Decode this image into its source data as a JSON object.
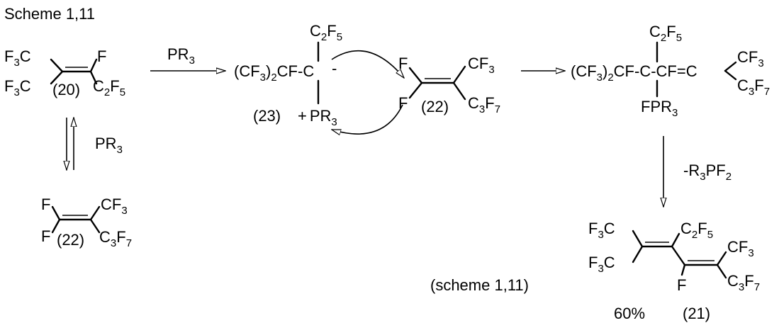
{
  "title": "Scheme 1,11",
  "reagents": {
    "pr3": "PR",
    "pr3_sub": "3",
    "elim": "-R",
    "elim_sub1": "3",
    "elim_mid": "PF",
    "elim_sub2": "2"
  },
  "compounds": {
    "c20": "(20)",
    "c22": "(22)",
    "c23": "(23)",
    "c21": "(21)"
  },
  "groups": {
    "F3C": "F",
    "F3C_sub": "3",
    "F3C_tail": "C",
    "F": "F",
    "C2F5_a": "C",
    "C2F5_s1": "2",
    "C2F5_b": "F",
    "C2F5_s2": "5",
    "CF3_a": "CF",
    "CF3_s": "3",
    "C3F7_a": "C",
    "C3F7_s1": "3",
    "C3F7_b": "F",
    "C3F7_s2": "7",
    "CF3_2_open": "(CF",
    "CF3_2_s": "3",
    "CF3_2_close": ")",
    "CF3_2_s2": "2",
    "CF_C": "CF-C",
    "anion": "-",
    "plus": "+",
    "CF_C_CF": "CF-C-CF=C",
    "FPR3_a": "FPR",
    "FPR3_s": "3"
  },
  "footer": {
    "caption": "(scheme 1,11)",
    "yield": "60%"
  }
}
